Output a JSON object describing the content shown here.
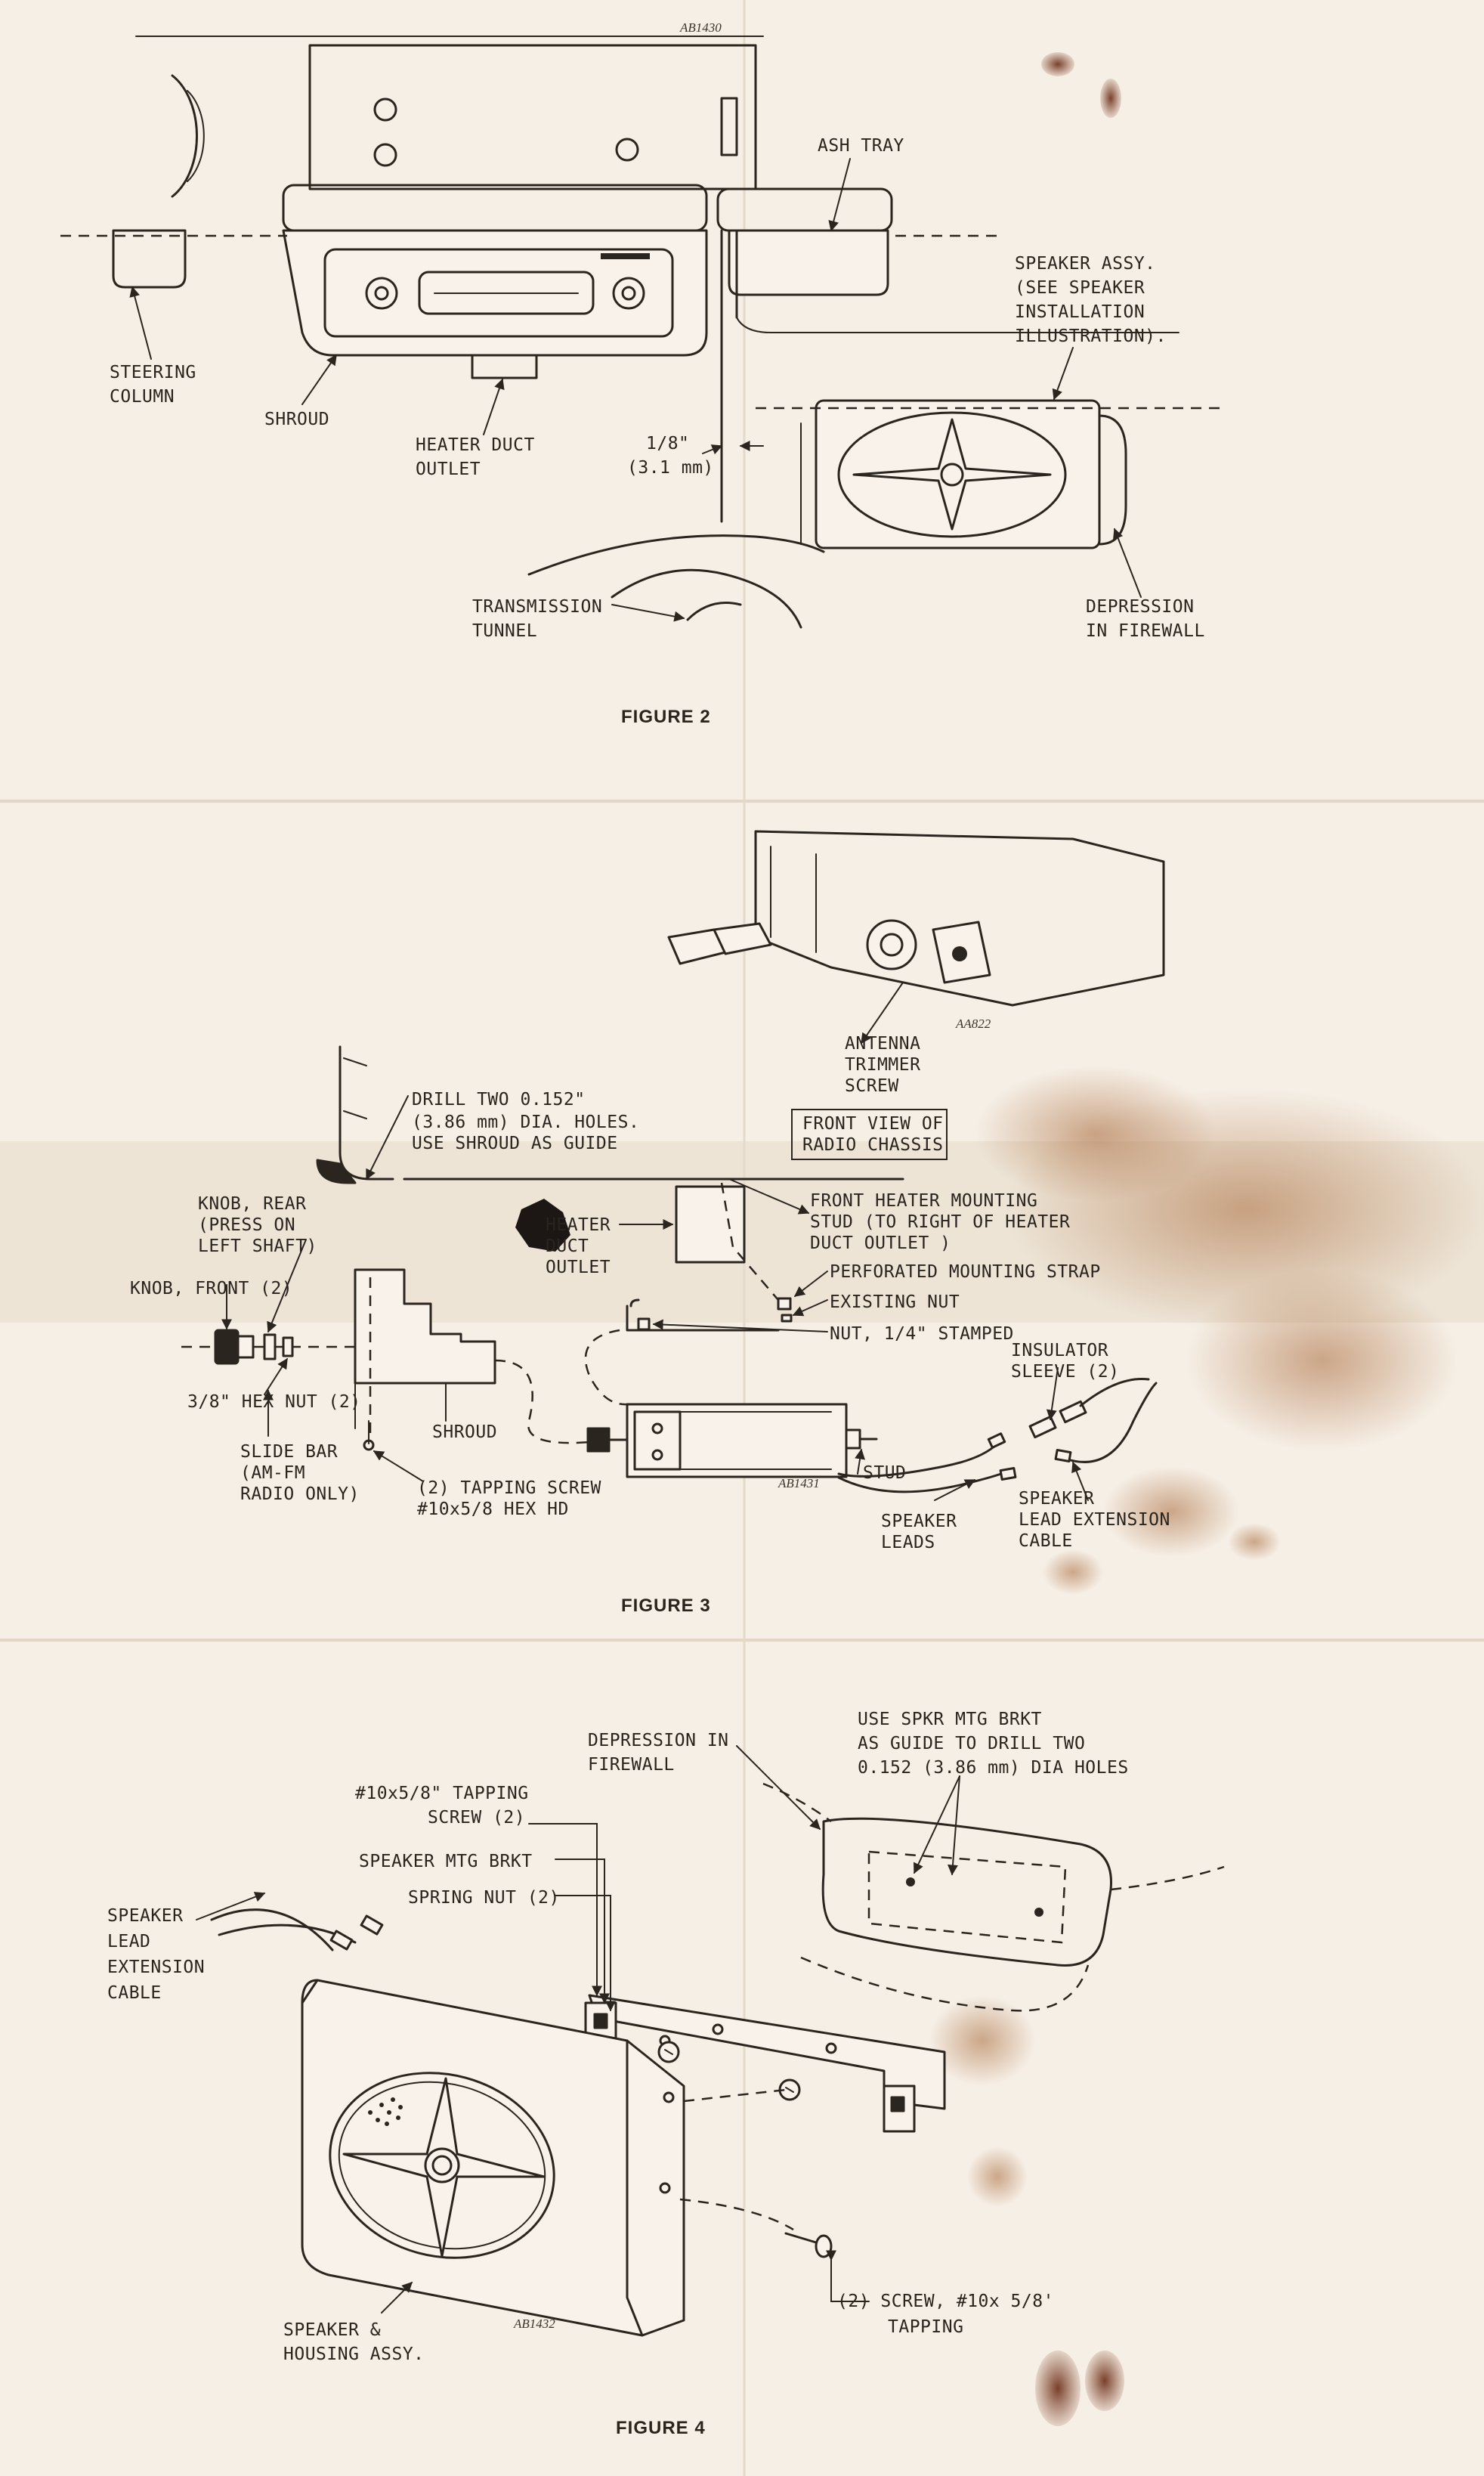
{
  "figure2": {
    "caption": "FIGURE 2",
    "code": "AB1430",
    "labels": {
      "ash_tray": "ASH TRAY",
      "speaker_assy": [
        "SPEAKER ASSY.",
        "(SEE SPEAKER",
        "INSTALLATION",
        "ILLUSTRATION)."
      ],
      "steering_column": [
        "STEERING",
        "COLUMN"
      ],
      "shroud": "SHROUD",
      "heater_duct_outlet": [
        "HEATER DUCT",
        "OUTLET"
      ],
      "clearance": [
        "1/8\"",
        "(3.1 mm)"
      ],
      "transmission_tunnel": [
        "TRANSMISSION",
        "TUNNEL"
      ],
      "depression_in_firewall": [
        "DEPRESSION",
        "IN FIREWALL"
      ]
    }
  },
  "figure3": {
    "caption": "FIGURE 3",
    "codes": [
      "AA822",
      "AB1431"
    ],
    "labels": {
      "antenna_trimmer": [
        "ANTENNA",
        "TRIMMER",
        "SCREW"
      ],
      "drill_holes": [
        "DRILL TWO 0.152\"",
        "(3.86 mm) DIA. HOLES.",
        "USE SHROUD AS GUIDE"
      ],
      "front_view": [
        "FRONT VIEW OF",
        "RADIO CHASSIS"
      ],
      "knob_rear": [
        "KNOB, REAR",
        "(PRESS ON",
        "LEFT SHAFT)"
      ],
      "heater_duct_outlet": [
        "HEATER",
        "DUCT",
        "OUTLET"
      ],
      "front_heater_stud": [
        "FRONT HEATER MOUNTING",
        "STUD (TO RIGHT OF HEATER",
        "DUCT OUTLET )"
      ],
      "knob_front": [
        "KNOB, FRONT (2)"
      ],
      "perforated_strap": "PERFORATED MOUNTING STRAP",
      "existing_nut": "EXISTING NUT",
      "nut_stamped": "NUT, 1/4\" STAMPED",
      "hex_nut": "3/8\" HEX NUT (2)",
      "shroud": "SHROUD",
      "insulator_sleeve": [
        "INSULATOR",
        "SLEEVE (2)"
      ],
      "slide_bar": [
        "SLIDE BAR",
        "(AM-FM",
        "RADIO ONLY)"
      ],
      "tapping_screw": [
        "(2) TAPPING SCREW",
        "#10x5/8 HEX HD"
      ],
      "stud": "STUD",
      "speaker_leads": [
        "SPEAKER",
        "LEADS"
      ],
      "lead_extension": [
        "SPEAKER",
        "LEAD EXTENSION",
        "CABLE"
      ]
    }
  },
  "figure4": {
    "caption": "FIGURE 4",
    "code": "AB1432",
    "labels": {
      "depression_in_firewall": [
        "DEPRESSION IN",
        "FIREWALL"
      ],
      "use_bracket": [
        "USE SPKR MTG BRKT",
        "AS GUIDE TO DRILL TWO",
        "0.152 (3.86 mm) DIA HOLES"
      ],
      "tapping_screw": [
        "#10x5/8\" TAPPING",
        "SCREW (2)"
      ],
      "speaker_bracket": "SPEAKER MTG BRKT",
      "spring_nut": "SPRING NUT (2)",
      "lead_extension": [
        "SPEAKER",
        "LEAD",
        "EXTENSION",
        "CABLE"
      ],
      "speaker_housing": [
        "SPEAKER &",
        "HOUSING ASSY."
      ],
      "screw": [
        "(2)  SCREW, #10x 5/8'",
        "TAPPING"
      ]
    }
  }
}
